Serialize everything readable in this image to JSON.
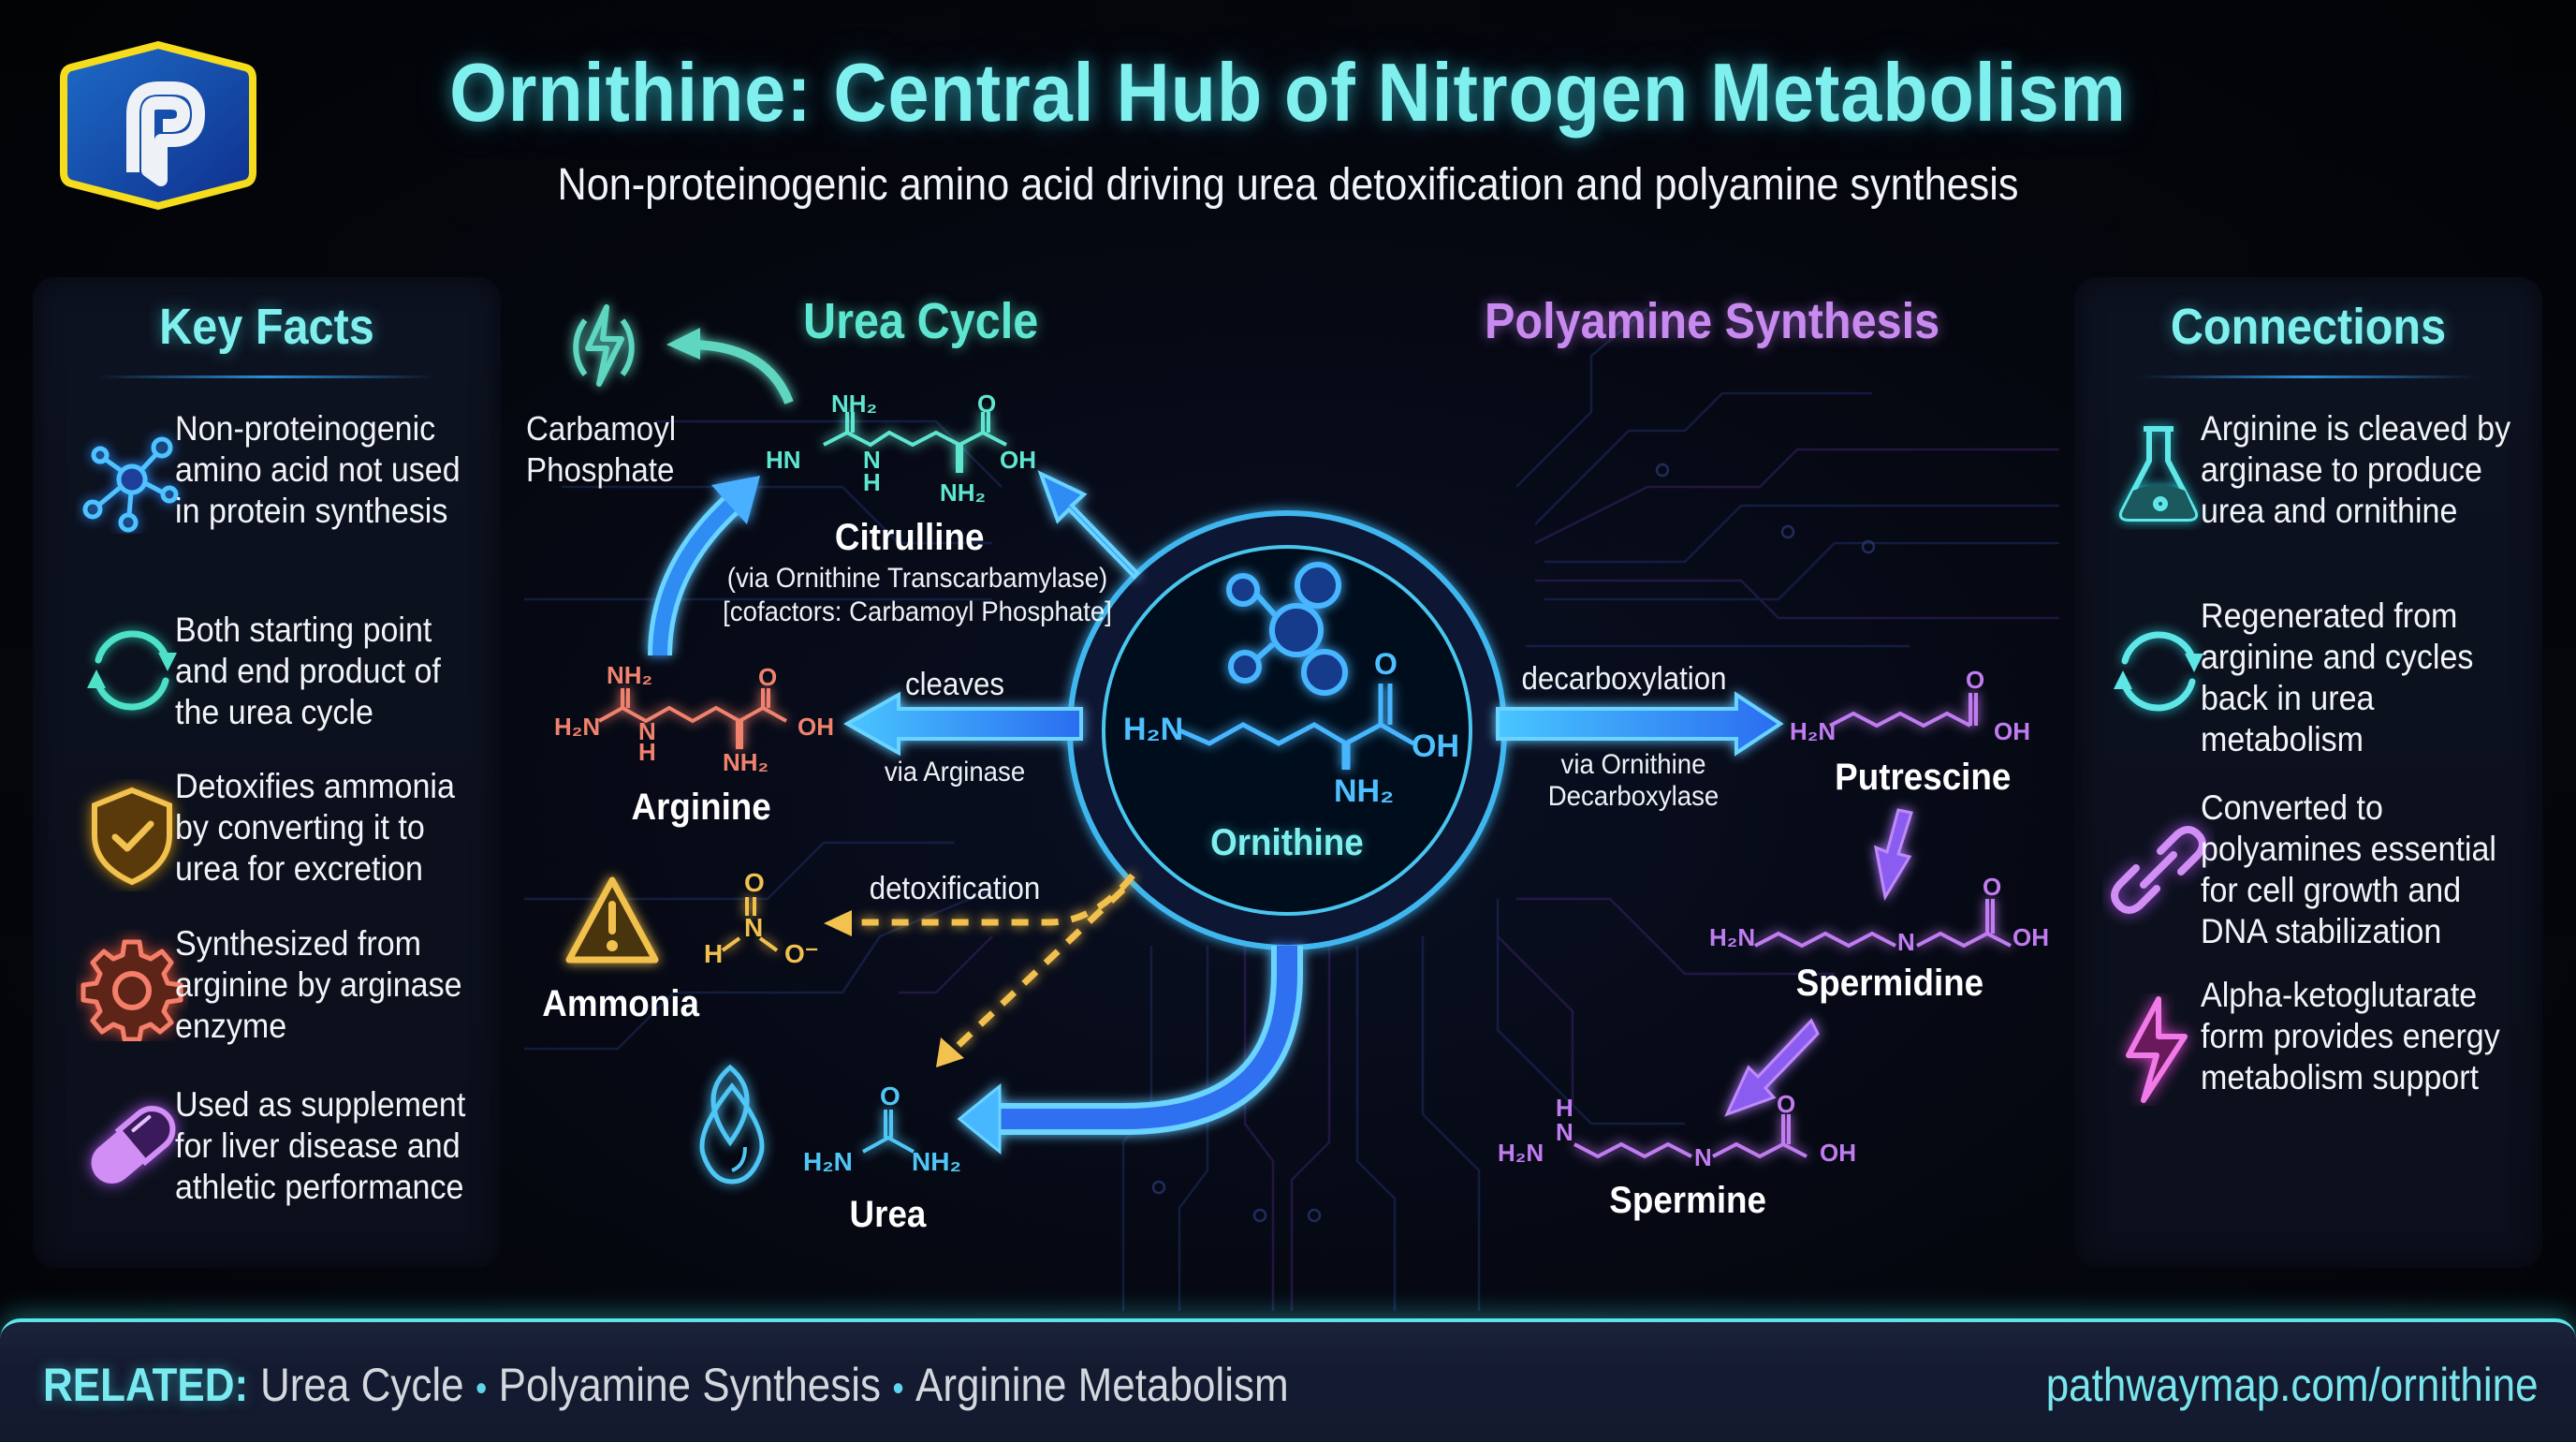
{
  "header": {
    "logo_letter": "P",
    "title": "Ornithine: Central Hub of Nitrogen Metabolism",
    "subtitle": "Non-proteinogenic amino acid driving urea detoxification and polyamine synthesis"
  },
  "key_facts": {
    "title": "Key Facts",
    "items": [
      {
        "icon": "molecule-network-icon",
        "color": "#4fb6ff",
        "text": "Non-proteinogenic amino acid not used in protein synthesis"
      },
      {
        "icon": "cycle-arrows-icon",
        "color": "#4fe0c8",
        "text": "Both starting point and end product of the urea cycle"
      },
      {
        "icon": "shield-check-icon",
        "color": "#f2c14e",
        "text": "Detoxifies ammonia by converting it to urea for excretion"
      },
      {
        "icon": "gear-icon",
        "color": "#f47e6a",
        "text": "Synthesized from arginine by arginase enzyme"
      },
      {
        "icon": "pill-capsule-icon",
        "color": "#c98af0",
        "text": "Used as supplement for liver disease and athletic performance"
      }
    ]
  },
  "connections": {
    "title": "Connections",
    "items": [
      {
        "icon": "flask-icon",
        "color": "#5fe6e6",
        "text": "Arginine is cleaved by arginase to produce urea and ornithine"
      },
      {
        "icon": "cycle-arrows-icon",
        "color": "#5fe6e6",
        "text": "Regenerated from arginine and cycles back in urea metabolism"
      },
      {
        "icon": "chain-link-icon",
        "color": "#c98af0",
        "text": "Converted to polyamines essential for cell growth and DNA stabilization"
      },
      {
        "icon": "lightning-bolt-icon",
        "color": "#f07ae8",
        "text": "Alpha-ketoglutarate form provides energy metabolism support"
      }
    ]
  },
  "diagram": {
    "urea_cycle_label": "Urea Cycle",
    "polyamine_label": "Polyamine Synthesis",
    "hub": {
      "name": "Ornithine",
      "formula_left": "H₂N",
      "formula_oh": "OH",
      "formula_nh2": "NH₂",
      "formula_o": "O"
    },
    "carbamoyl": {
      "line1": "Carbamoyl",
      "line2": "Phosphate"
    },
    "citrulline": {
      "name": "Citrulline",
      "enzyme": "(via Ornithine Transcarbamylase)",
      "cofactors": "[cofactors: Carbamoyl Phosphate]"
    },
    "arginine": {
      "name": "Arginine",
      "edge_top": "cleaves",
      "edge_bottom": "via Arginase"
    },
    "ammonia": {
      "name": "Ammonia",
      "edge": "detoxification"
    },
    "urea": {
      "name": "Urea"
    },
    "putrescine": {
      "name": "Putrescine",
      "edge_top": "decarboxylation",
      "edge_bottom_1": "via Ornithine",
      "edge_bottom_2": "Decarboxylase"
    },
    "spermidine": {
      "name": "Spermidine"
    },
    "spermine": {
      "name": "Spermine"
    },
    "colors": {
      "teal": "#5fe6d0",
      "blue_arrow": "#3aa8ff",
      "arginine": "#f0826e",
      "ammonia": "#f2c14e",
      "urea": "#4fc6f5",
      "polyamine": "#c07cf0",
      "hub_blue": "#49b8ff"
    }
  },
  "footer": {
    "related_label": "RELATED:",
    "related": [
      "Urea Cycle",
      "Polyamine Synthesis",
      "Arginine Metabolism"
    ],
    "separator": "•",
    "url": "pathwaymap.com/ornithine"
  }
}
